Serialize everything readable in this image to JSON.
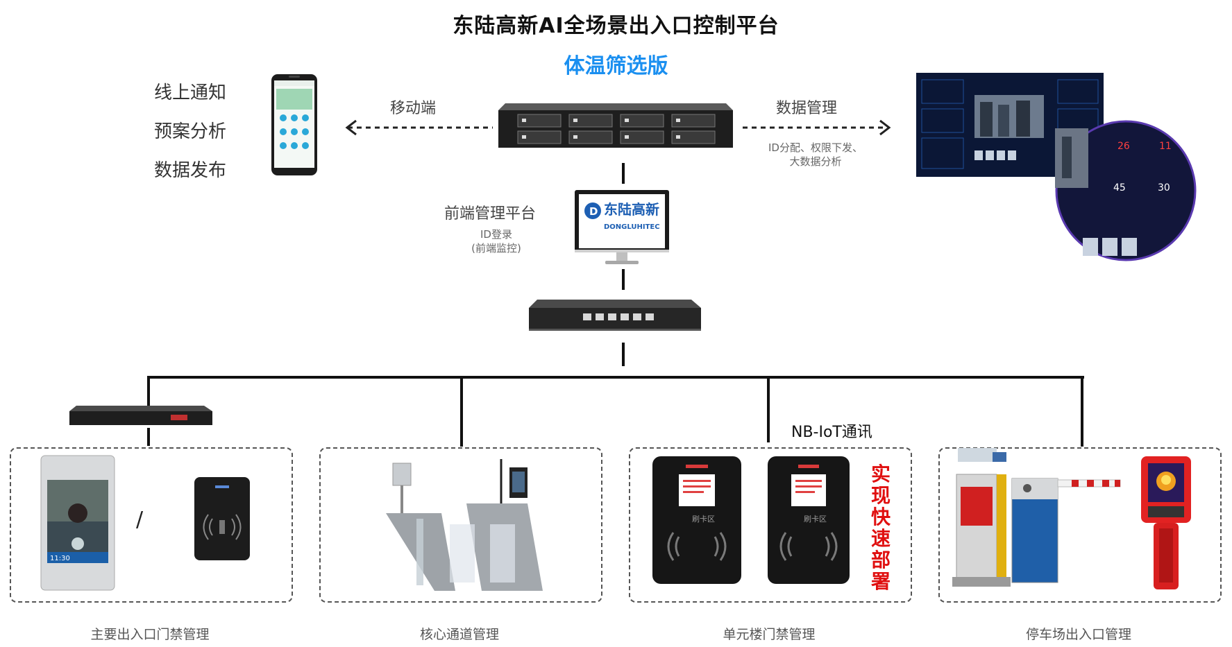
{
  "header": {
    "title": "东陆高新AI全场景出入口控制平台",
    "subtitle": "体温筛选版"
  },
  "mobile": {
    "items": [
      "线上通知",
      "预案分析",
      "数据发布"
    ],
    "link_label": "移动端"
  },
  "data_mgmt": {
    "label": "数据管理",
    "note_line1": "ID分配、权限下发、",
    "note_line2": "大数据分析"
  },
  "frontend": {
    "label": "前端管理平台",
    "note_line1": "ID登录",
    "note_line2": "(前端监控)"
  },
  "logo": {
    "cn": "东陆高新",
    "en": "DONGLUHITEC",
    "letter": "D"
  },
  "nbiot_label": "NB-IoT通讯",
  "deploy_chars": [
    "实",
    "现",
    "快",
    "速",
    "部",
    "署"
  ],
  "card_reader_text": "刷卡区",
  "dashboard": {
    "n1": "26",
    "n2": "11",
    "n3": "45",
    "n4": "30"
  },
  "phone_time": "11:30",
  "captions": [
    "主要出入口门禁管理",
    "核心通道管理",
    "单元楼门禁管理",
    "停车场出入口管理"
  ],
  "slash": "/",
  "colors": {
    "accent_blue": "#1a8ff0",
    "deploy_red": "#e01010"
  }
}
